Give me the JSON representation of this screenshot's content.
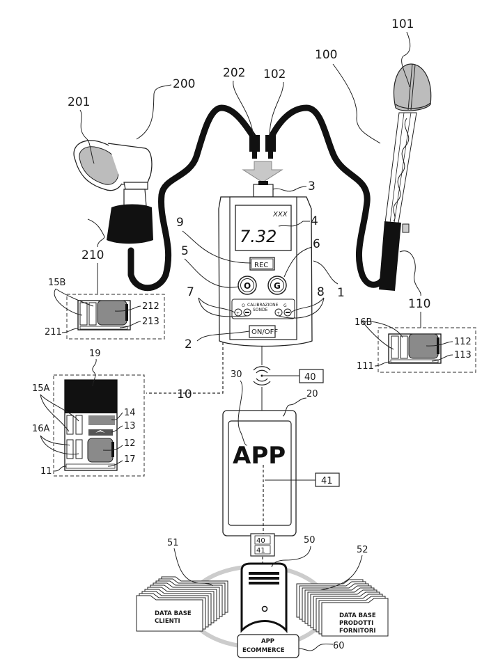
{
  "colors": {
    "ink": "#111111",
    "probe_gray": "#bcbcbc",
    "chip_gray": "#8a8a8a",
    "cloud_ring": "#cccccc",
    "arrow_gray": "#c8c8c8"
  },
  "device": {
    "ref_body": "1",
    "ref_onoff": "2",
    "ref_connector": "3",
    "ref_display": "4",
    "ref_button_o": "5",
    "ref_button_g": "6",
    "ref_calib_o": "7",
    "ref_calib_g": "8",
    "ref_rec": "9",
    "ref_circuit": "10",
    "display_unit": "XXX",
    "display_value": "7.32",
    "rec_label": "REC",
    "button_o_label": "O",
    "button_g_label": "G",
    "calibration_title_1": "CALIBRAZIONE",
    "calibration_title_2": "SONDE",
    "calib_o_letter": "O",
    "calib_g_letter": "G",
    "plus": "+",
    "minus": "−",
    "onoff_label": "ON/OFF"
  },
  "probe_right": {
    "ref_probe": "100",
    "ref_tip": "101",
    "ref_plug": "102",
    "ref_module": "110",
    "ref_board": "111",
    "ref_chip": "112",
    "ref_trace": "113",
    "ref_cells": "16B"
  },
  "probe_left": {
    "ref_probe": "200",
    "ref_tip": "201",
    "ref_plug": "202",
    "ref_module": "210",
    "ref_board": "211",
    "ref_chip": "212",
    "ref_trace": "213",
    "ref_cells": "15B"
  },
  "circuit": {
    "ref_board": "11",
    "ref_chip": "12",
    "ref_antenna": "13",
    "ref_memory": "14",
    "ref_cells_a": "15A",
    "ref_cells_b": "16A",
    "ref_trace": "17",
    "ref_display": "19"
  },
  "wireless": {
    "ref_signal": "40"
  },
  "phone": {
    "ref_phone": "20",
    "ref_app": "30",
    "app_label": "APP",
    "ref_link": "41",
    "stack_40": "40",
    "stack_41": "41"
  },
  "server": {
    "ref_server": "50",
    "ref_db_clients": "51",
    "ref_db_suppliers": "52",
    "ref_ecommerce": "60",
    "db_clients_1": "DATA BASE",
    "db_clients_2": "CLIENTI",
    "db_suppliers_1": "DATA BASE",
    "db_suppliers_2": "PRODOTTI",
    "db_suppliers_3": "FORNITORI",
    "ecommerce_1": "APP",
    "ecommerce_2": "ECOMMERCE"
  }
}
